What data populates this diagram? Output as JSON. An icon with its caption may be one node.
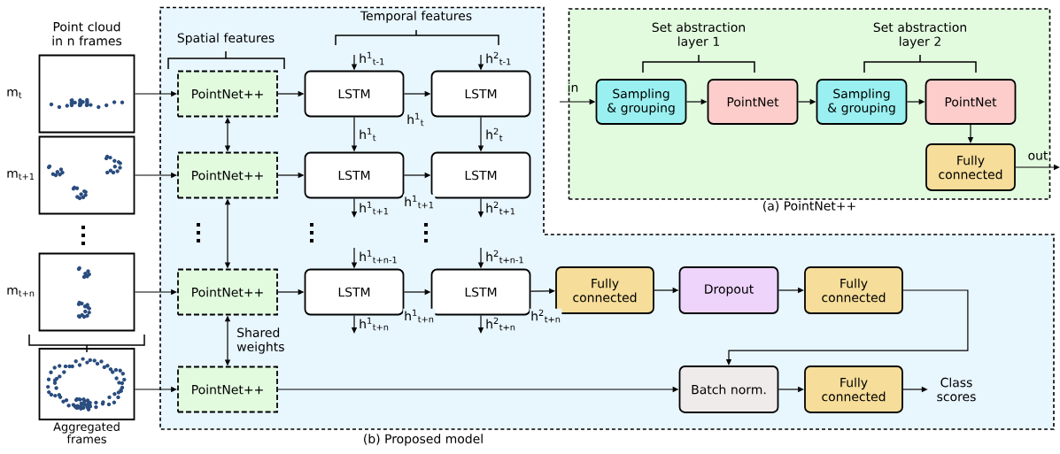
{
  "diagram": {
    "nodes": [
      {
        "text": [
          "(b) Proposed model"
        ]
      },
      {
        "text": [
          "(a) PointNet++"
        ]
      },
      {
        "text": [],
        "shape": "picture",
        "beside": [
          "Point cloud in n frames",
          "m$_{t}$"
        ]
      },
      {
        "text": [],
        "shape": "picture",
        "beside": [
          "m$_{t+1}$"
        ]
      },
      {
        "text": [],
        "shape": "picture",
        "beside": [
          "m$_{t+n}$"
        ]
      },
      {
        "text": [],
        "shape": "picture",
        "beside": [
          "Aggregated frames"
        ]
      },
      {
        "text": [
          "PointNet++"
        ],
        "in": 0
      },
      {
        "text": [
          "PointNet++"
        ],
        "in": 0
      },
      {
        "text": [
          "PointNet++"
        ],
        "in": 0
      },
      {
        "text": [
          "PointNet++"
        ],
        "in": 0
      },
      {
        "text": [
          "LSTM"
        ],
        "in": 0
      },
      {
        "text": [
          "LSTM"
        ],
        "in": 0
      },
      {
        "text": [
          "LSTM"
        ],
        "in": 0
      },
      {
        "text": [
          "LSTM"
        ],
        "in": 0
      },
      {
        "text": [
          "LSTM"
        ],
        "in": 0
      },
      {
        "text": [
          "LSTM"
        ],
        "in": 0
      },
      {
        "text": [
          "Fully connected"
        ],
        "in": 0
      },
      {
        "text": [
          "Dropout"
        ],
        "in": 0
      },
      {
        "text": [
          "Fully connected"
        ],
        "in": 0
      },
      {
        "text": [
          "Batch norm."
        ],
        "in": 0
      },
      {
        "text": [
          "Fully connected"
        ],
        "in": 0
      },
      {
        "text": [
          "Class scores"
        ],
        "in": 0
      },
      {
        "text": [
          "Sampling & grouping"
        ],
        "in": 1
      },
      {
        "text": [
          "PointNet"
        ],
        "in": 1
      },
      {
        "text": [
          "Sampling & grouping"
        ],
        "in": 1
      },
      {
        "text": [
          "PointNet"
        ],
        "in": 1
      },
      {
        "text": [
          "Fully connected"
        ],
        "in": 1
      }
    ],
    "edges": [
      {
        "from": 2,
        "to": 6,
        "arrow": "to"
      },
      {
        "from": 3,
        "to": 7,
        "arrow": "to"
      },
      {
        "from": 4,
        "to": 8,
        "arrow": "to"
      },
      {
        "from": 5,
        "to": 9,
        "arrow": "to"
      },
      {
        "from": 6,
        "to": 7,
        "arrow": "both"
      },
      {
        "from": 7,
        "to": 8,
        "arrow": "both"
      },
      {
        "from": 8,
        "to": 9,
        "arrow": "both",
        "label": "Shared weights"
      },
      {
        "from": 6,
        "to": 10,
        "arrow": "to"
      },
      {
        "from": 7,
        "to": 11,
        "arrow": "to"
      },
      {
        "from": 8,
        "to": 12,
        "arrow": "to"
      },
      {
        "from": 10,
        "to": 13,
        "arrow": "to",
        "label": "h$^{1}$$_{t}$"
      },
      {
        "from": 11,
        "to": 14,
        "arrow": "to",
        "label": "h$^{1}$$_{t+1}$"
      },
      {
        "from": 12,
        "to": 15,
        "arrow": "to",
        "label": "h$^{1}$$_{t+n}$"
      },
      {
        "from": 10,
        "to": 11,
        "arrow": "to",
        "label": "h$^{1}$$_{t}$"
      },
      {
        "from": 13,
        "to": 14,
        "arrow": "to",
        "label": "h$^{2}$$_{t}$"
      },
      {
        "from": null,
        "to": 10,
        "arrow": "to",
        "label": "h$^{1}$$_{t-1}$"
      },
      {
        "from": null,
        "to": 13,
        "arrow": "to",
        "label": "h$^{2}$$_{t-1}$"
      },
      {
        "from": 11,
        "to": null,
        "arrow": "to",
        "label": "h$^{1}$$_{t+1}$"
      },
      {
        "from": 14,
        "to": null,
        "arrow": "to",
        "label": "h$^{2}$$_{t+1}$"
      },
      {
        "from": null,
        "to": 12,
        "arrow": "to",
        "label": "h$^{1}$$_{t+n-1}$"
      },
      {
        "from": null,
        "to": 15,
        "arrow": "to",
        "label": "h$^{2}$$_{t+n-1}$"
      },
      {
        "from": 12,
        "to": null,
        "arrow": "to",
        "label": "h$^{1}$$_{t+n}$"
      },
      {
        "from": 15,
        "to": null,
        "arrow": "to",
        "label": "h$^{2}$$_{t+n}$"
      },
      {
        "from": 15,
        "to": 16,
        "arrow": "to",
        "label": "h$^{2}$$_{t+n}$"
      },
      {
        "from": 16,
        "to": 17,
        "arrow": "to"
      },
      {
        "from": 17,
        "to": 18,
        "arrow": "to"
      },
      {
        "from": 18,
        "to": 19,
        "arrow": "to"
      },
      {
        "from": 9,
        "to": 19,
        "arrow": "to"
      },
      {
        "from": 19,
        "to": 20,
        "arrow": "to"
      },
      {
        "from": 20,
        "to": 21,
        "arrow": "to"
      },
      {
        "from": null,
        "to": 22,
        "arrow": "to",
        "label": "in"
      },
      {
        "from": 22,
        "to": 23,
        "arrow": "to"
      },
      {
        "from": 23,
        "to": 24,
        "arrow": "to"
      },
      {
        "from": 24,
        "to": 25,
        "arrow": "to"
      },
      {
        "from": 25,
        "to": 26,
        "arrow": "to"
      },
      {
        "from": 26,
        "to": null,
        "arrow": "to",
        "label": "out"
      }
    ],
    "labels": [
      "Spatial features",
      "Temporal features",
      "Set abstraction layer 1",
      "Set abstraction layer 2"
    ]
  }
}
